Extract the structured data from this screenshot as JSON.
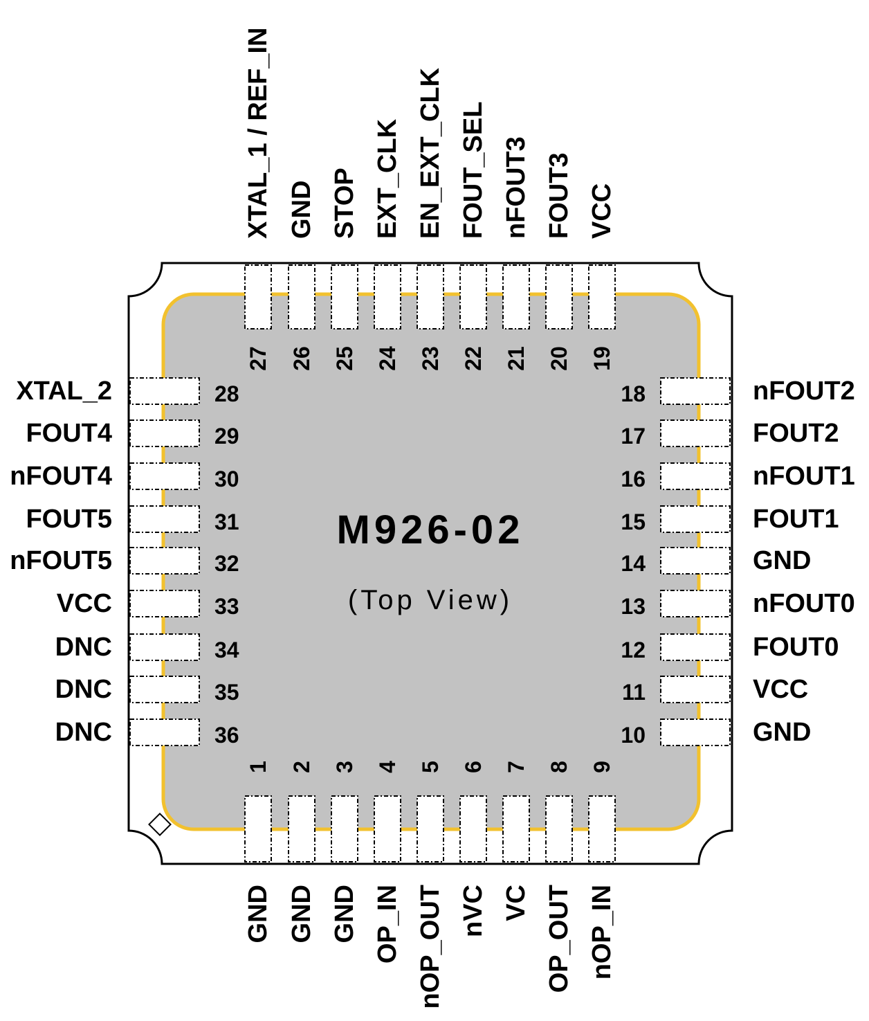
{
  "package": {
    "part_number": "M926-02",
    "view_label": "(Top View)",
    "colors": {
      "die": "#c2c2c2",
      "die_outline": "#f2c12e",
      "body_outline": "#000000",
      "background": "#ffffff"
    }
  },
  "pins": {
    "bottom": [
      {
        "number": "1",
        "name": "GND"
      },
      {
        "number": "2",
        "name": "GND"
      },
      {
        "number": "3",
        "name": "GND"
      },
      {
        "number": "4",
        "name": "OP_IN"
      },
      {
        "number": "5",
        "name": "nOP_OUT"
      },
      {
        "number": "6",
        "name": "nVC"
      },
      {
        "number": "7",
        "name": "VC"
      },
      {
        "number": "8",
        "name": "OP_OUT"
      },
      {
        "number": "9",
        "name": "nOP_IN"
      }
    ],
    "right": [
      {
        "number": "10",
        "name": "GND"
      },
      {
        "number": "11",
        "name": "VCC"
      },
      {
        "number": "12",
        "name": "FOUT0"
      },
      {
        "number": "13",
        "name": "nFOUT0"
      },
      {
        "number": "14",
        "name": "GND"
      },
      {
        "number": "15",
        "name": "FOUT1"
      },
      {
        "number": "16",
        "name": "nFOUT1"
      },
      {
        "number": "17",
        "name": "FOUT2"
      },
      {
        "number": "18",
        "name": "nFOUT2"
      }
    ],
    "top": [
      {
        "number": "19",
        "name": "VCC"
      },
      {
        "number": "20",
        "name": "FOUT3"
      },
      {
        "number": "21",
        "name": "nFOUT3"
      },
      {
        "number": "22",
        "name": "FOUT_SEL"
      },
      {
        "number": "23",
        "name": "EN_EXT_CLK"
      },
      {
        "number": "24",
        "name": "EXT_CLK"
      },
      {
        "number": "25",
        "name": "STOP"
      },
      {
        "number": "26",
        "name": "GND"
      },
      {
        "number": "27",
        "name": "XTAL_1 / REF_IN"
      }
    ],
    "left": [
      {
        "number": "28",
        "name": "XTAL_2"
      },
      {
        "number": "29",
        "name": "FOUT4"
      },
      {
        "number": "30",
        "name": "nFOUT4"
      },
      {
        "number": "31",
        "name": "FOUT5"
      },
      {
        "number": "32",
        "name": "nFOUT5"
      },
      {
        "number": "33",
        "name": "VCC"
      },
      {
        "number": "34",
        "name": "DNC"
      },
      {
        "number": "35",
        "name": "DNC"
      },
      {
        "number": "36",
        "name": "DNC"
      }
    ]
  }
}
